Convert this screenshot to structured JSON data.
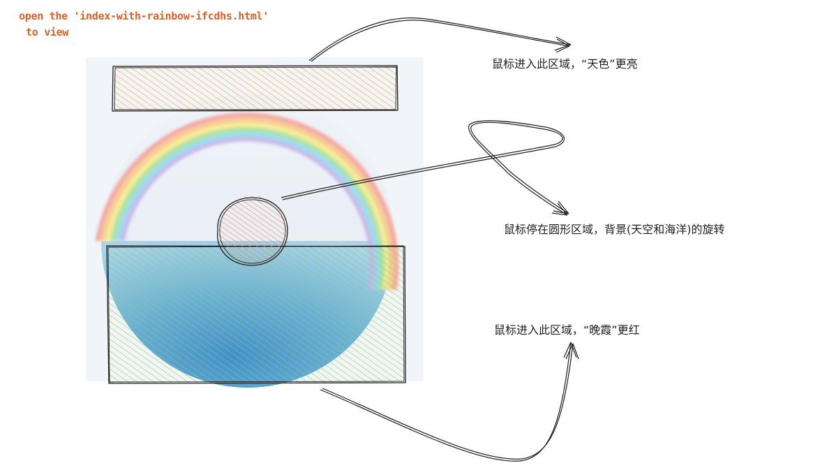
{
  "annotation": {
    "line1": "open the 'index-with-rainbow-ifcdhs.html'",
    "line2": "to view"
  },
  "labels": {
    "sky_region": "鼠标进入此区域，“天色”更亮",
    "circle_region": "鼠标停在圆形区域，背景(天空和海洋)的旋转",
    "sea_region": "鼠标进入此区域，“晚霞”更红"
  },
  "colors": {
    "annotation_text": "#d9622b",
    "sky_hatch": "#f2b04a",
    "sun_hatch": "#f08a5d",
    "sea_hatch": "#8fcf4f",
    "stroke": "#1e1e1e",
    "panel_bg": "#f1f5f9"
  },
  "icons": {
    "arrow_to_sky_label": "arrow-icon",
    "arrow_to_circle_label": "loop-arrow-icon",
    "arrow_to_sea_label": "arrow-icon"
  }
}
